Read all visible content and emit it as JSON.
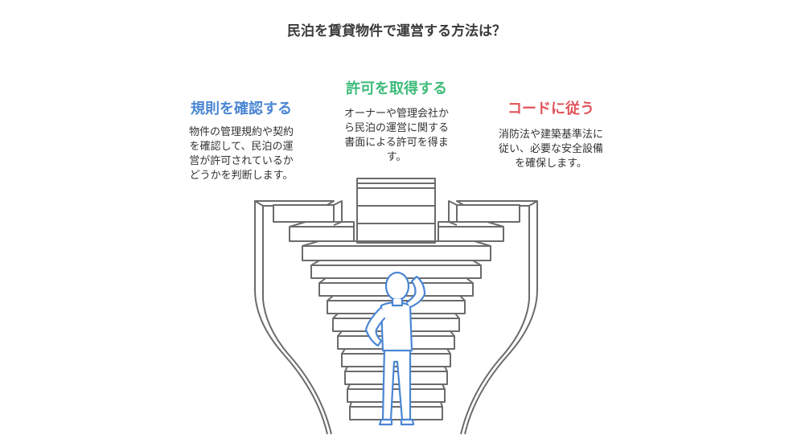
{
  "title": "民泊を賃貸物件で運営する方法は？",
  "steps": [
    {
      "heading": "規則を確認する",
      "color": "#4a86d4",
      "lines": [
        "物件の管理規約や契約",
        "を確認して、民泊の運",
        "営が許可されているか",
        "どうかを判断します。"
      ]
    },
    {
      "heading": "許可を取得する",
      "color": "#3dbb7a",
      "lines": [
        "オーナーや管理会社か",
        "ら民泊の運営に関する",
        "書面による許可を得ま",
        "す。"
      ]
    },
    {
      "heading": "コードに従う",
      "color": "#e0545a",
      "lines": [
        "消防法や建築基準法に",
        "従い、必要な安全設備",
        "を確保します。"
      ]
    }
  ],
  "colors": {
    "stroke": "#6b6b6b",
    "person": "#4a86d4"
  }
}
